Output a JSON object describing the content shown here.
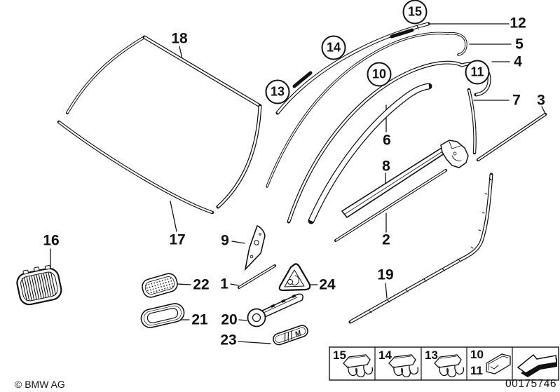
{
  "colors": {
    "background": "#ffffff",
    "line": "#111111"
  },
  "callouts": {
    "plain": {
      "p1": "1",
      "p2": "2",
      "p3": "3",
      "p4": "4",
      "p5": "5",
      "p6": "6",
      "p7": "7",
      "p8": "8",
      "p9": "9",
      "p12": "12",
      "p16": "16",
      "p17": "17",
      "p18": "18",
      "p19": "19",
      "p20": "20",
      "p21": "21",
      "p22": "22",
      "p23": "23",
      "p24": "24"
    },
    "circled": {
      "c10": "10",
      "c11": "11",
      "c13": "13",
      "c14": "14",
      "c15": "15"
    }
  },
  "legend": {
    "clip15": "15",
    "clip14": "14",
    "clip13": "13",
    "clip10": "10",
    "clip11": "11"
  },
  "badge": {
    "m_text": "M"
  },
  "footer": {
    "copyright": "© BMW AG",
    "part_number": "00175746"
  }
}
